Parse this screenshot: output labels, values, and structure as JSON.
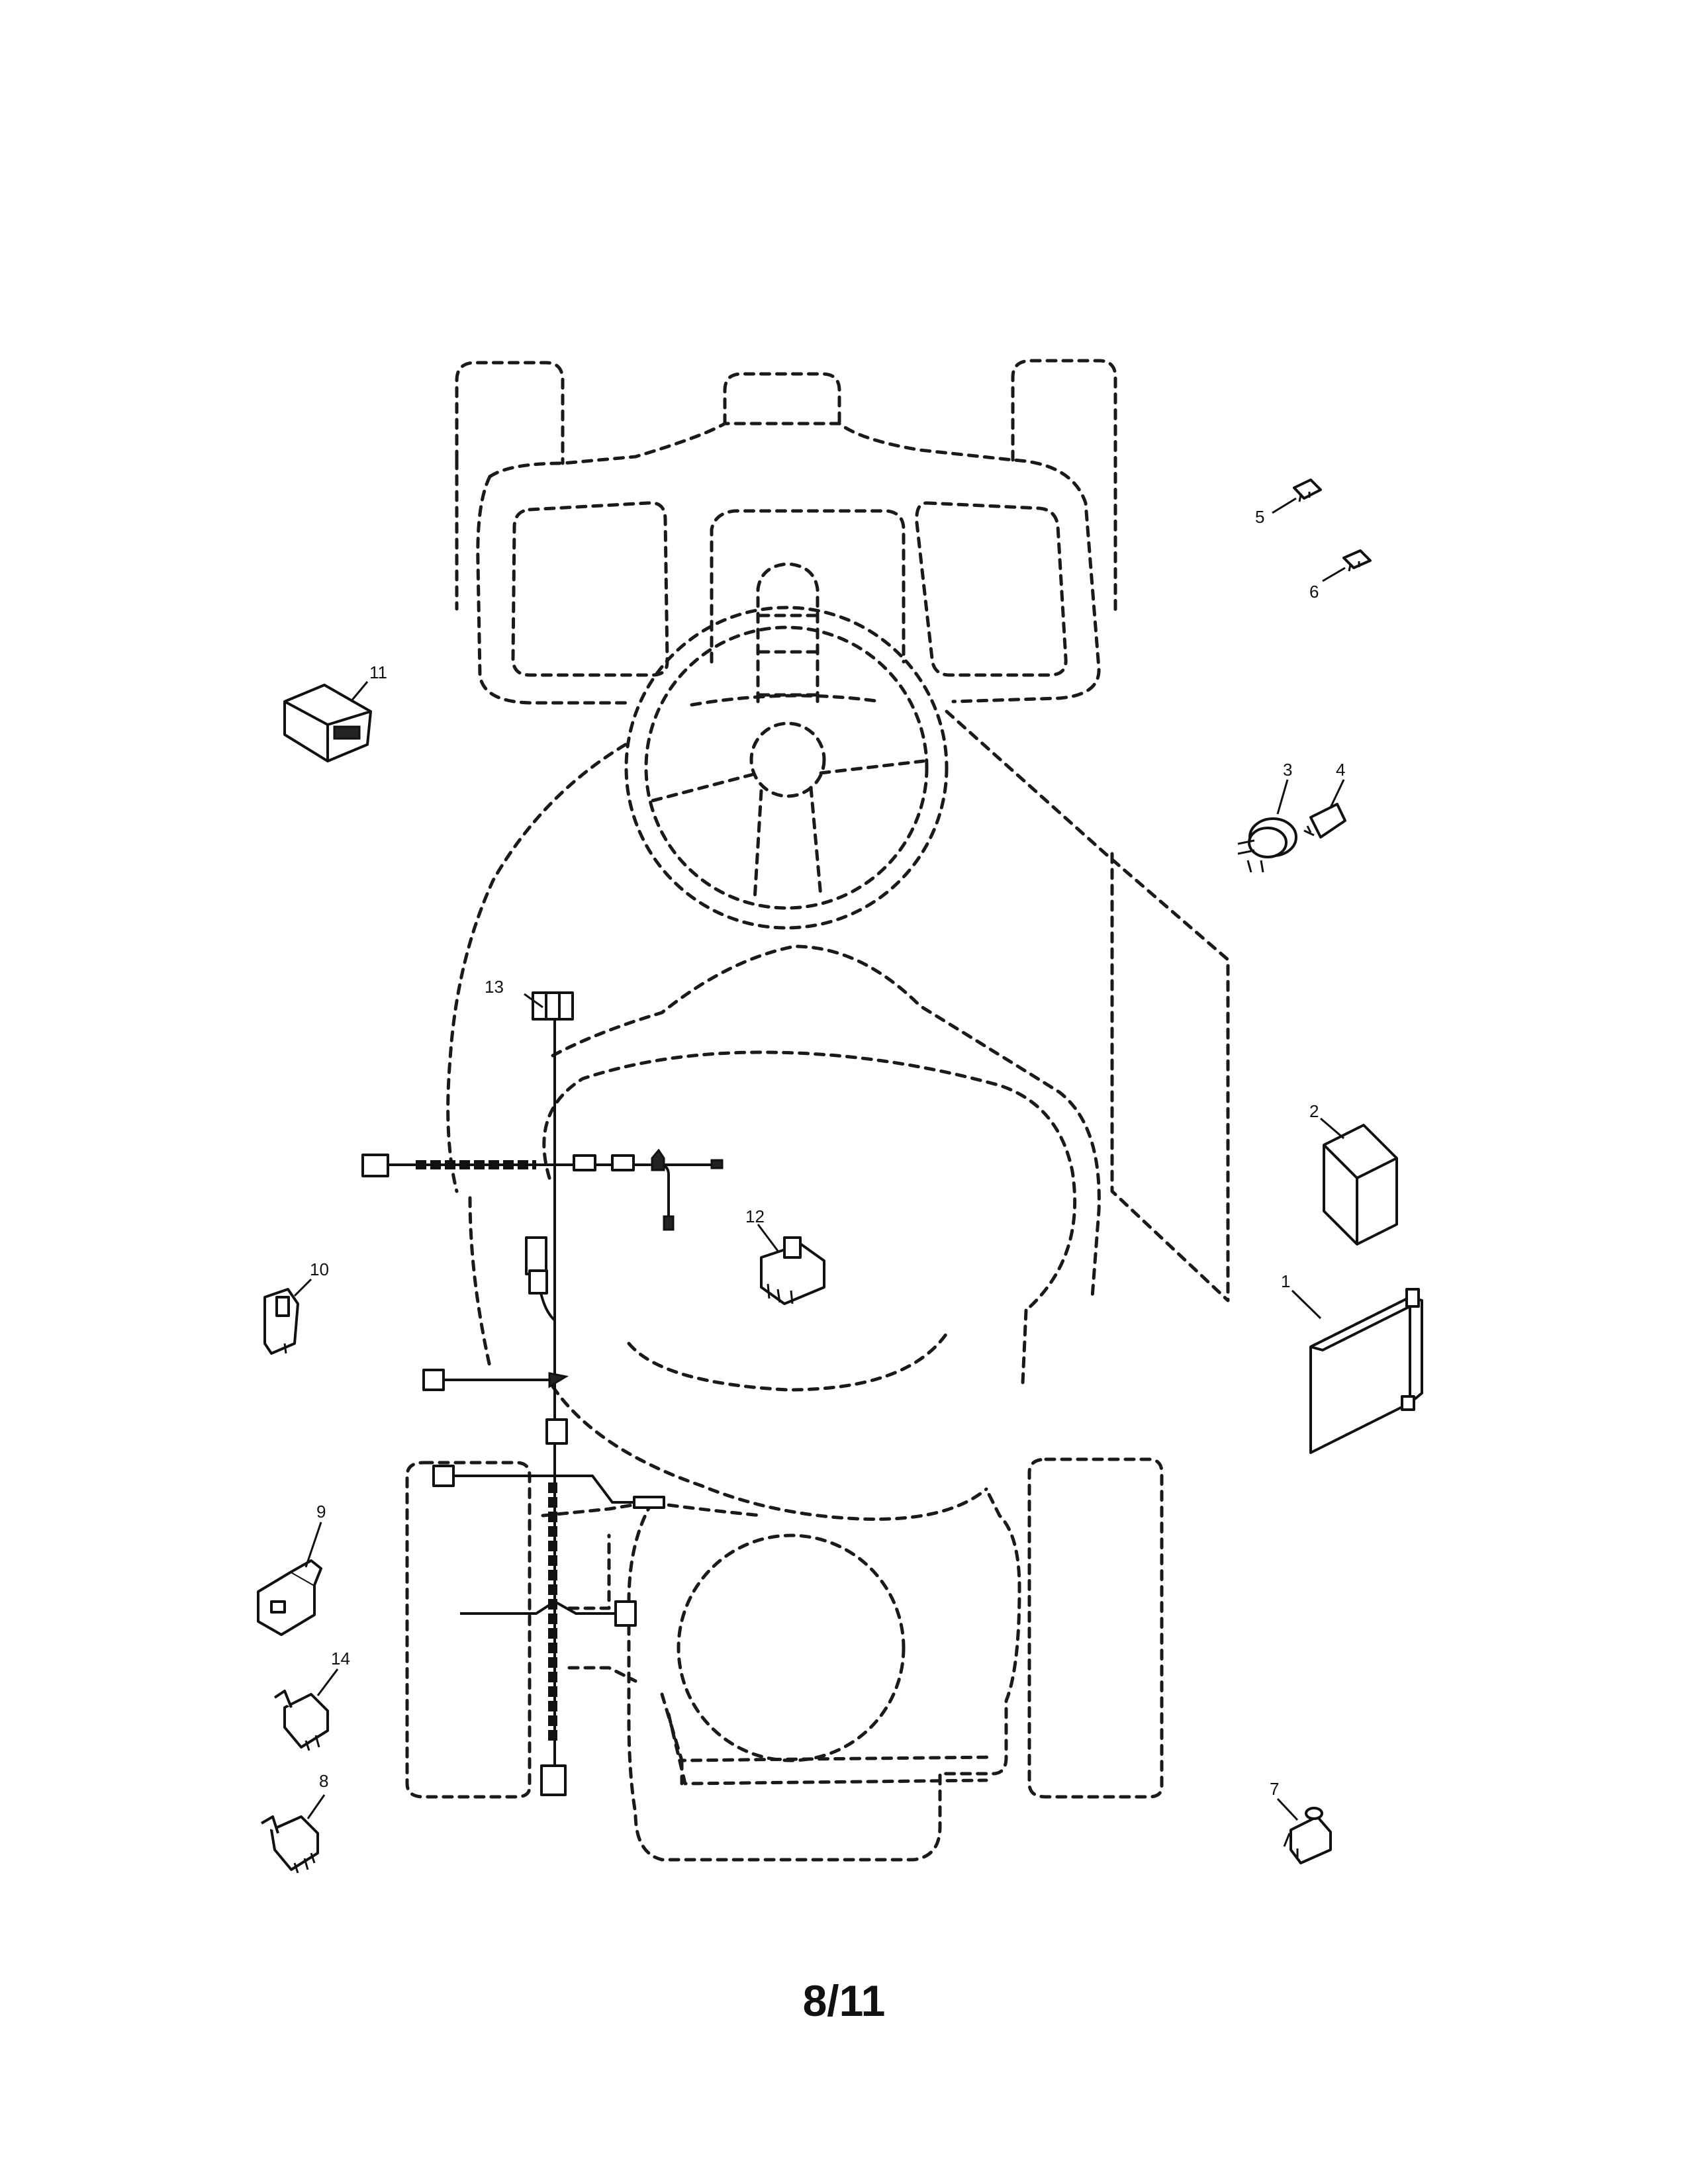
{
  "page": {
    "number": "8/11"
  },
  "callouts": {
    "c1": "1",
    "c2": "2",
    "c3": "3",
    "c4": "4",
    "c5": "5",
    "c6": "6",
    "c7": "7",
    "c8": "8",
    "c9": "9",
    "c10": "10",
    "c11": "11",
    "c12": "12",
    "c13": "13",
    "c14": "14"
  }
}
